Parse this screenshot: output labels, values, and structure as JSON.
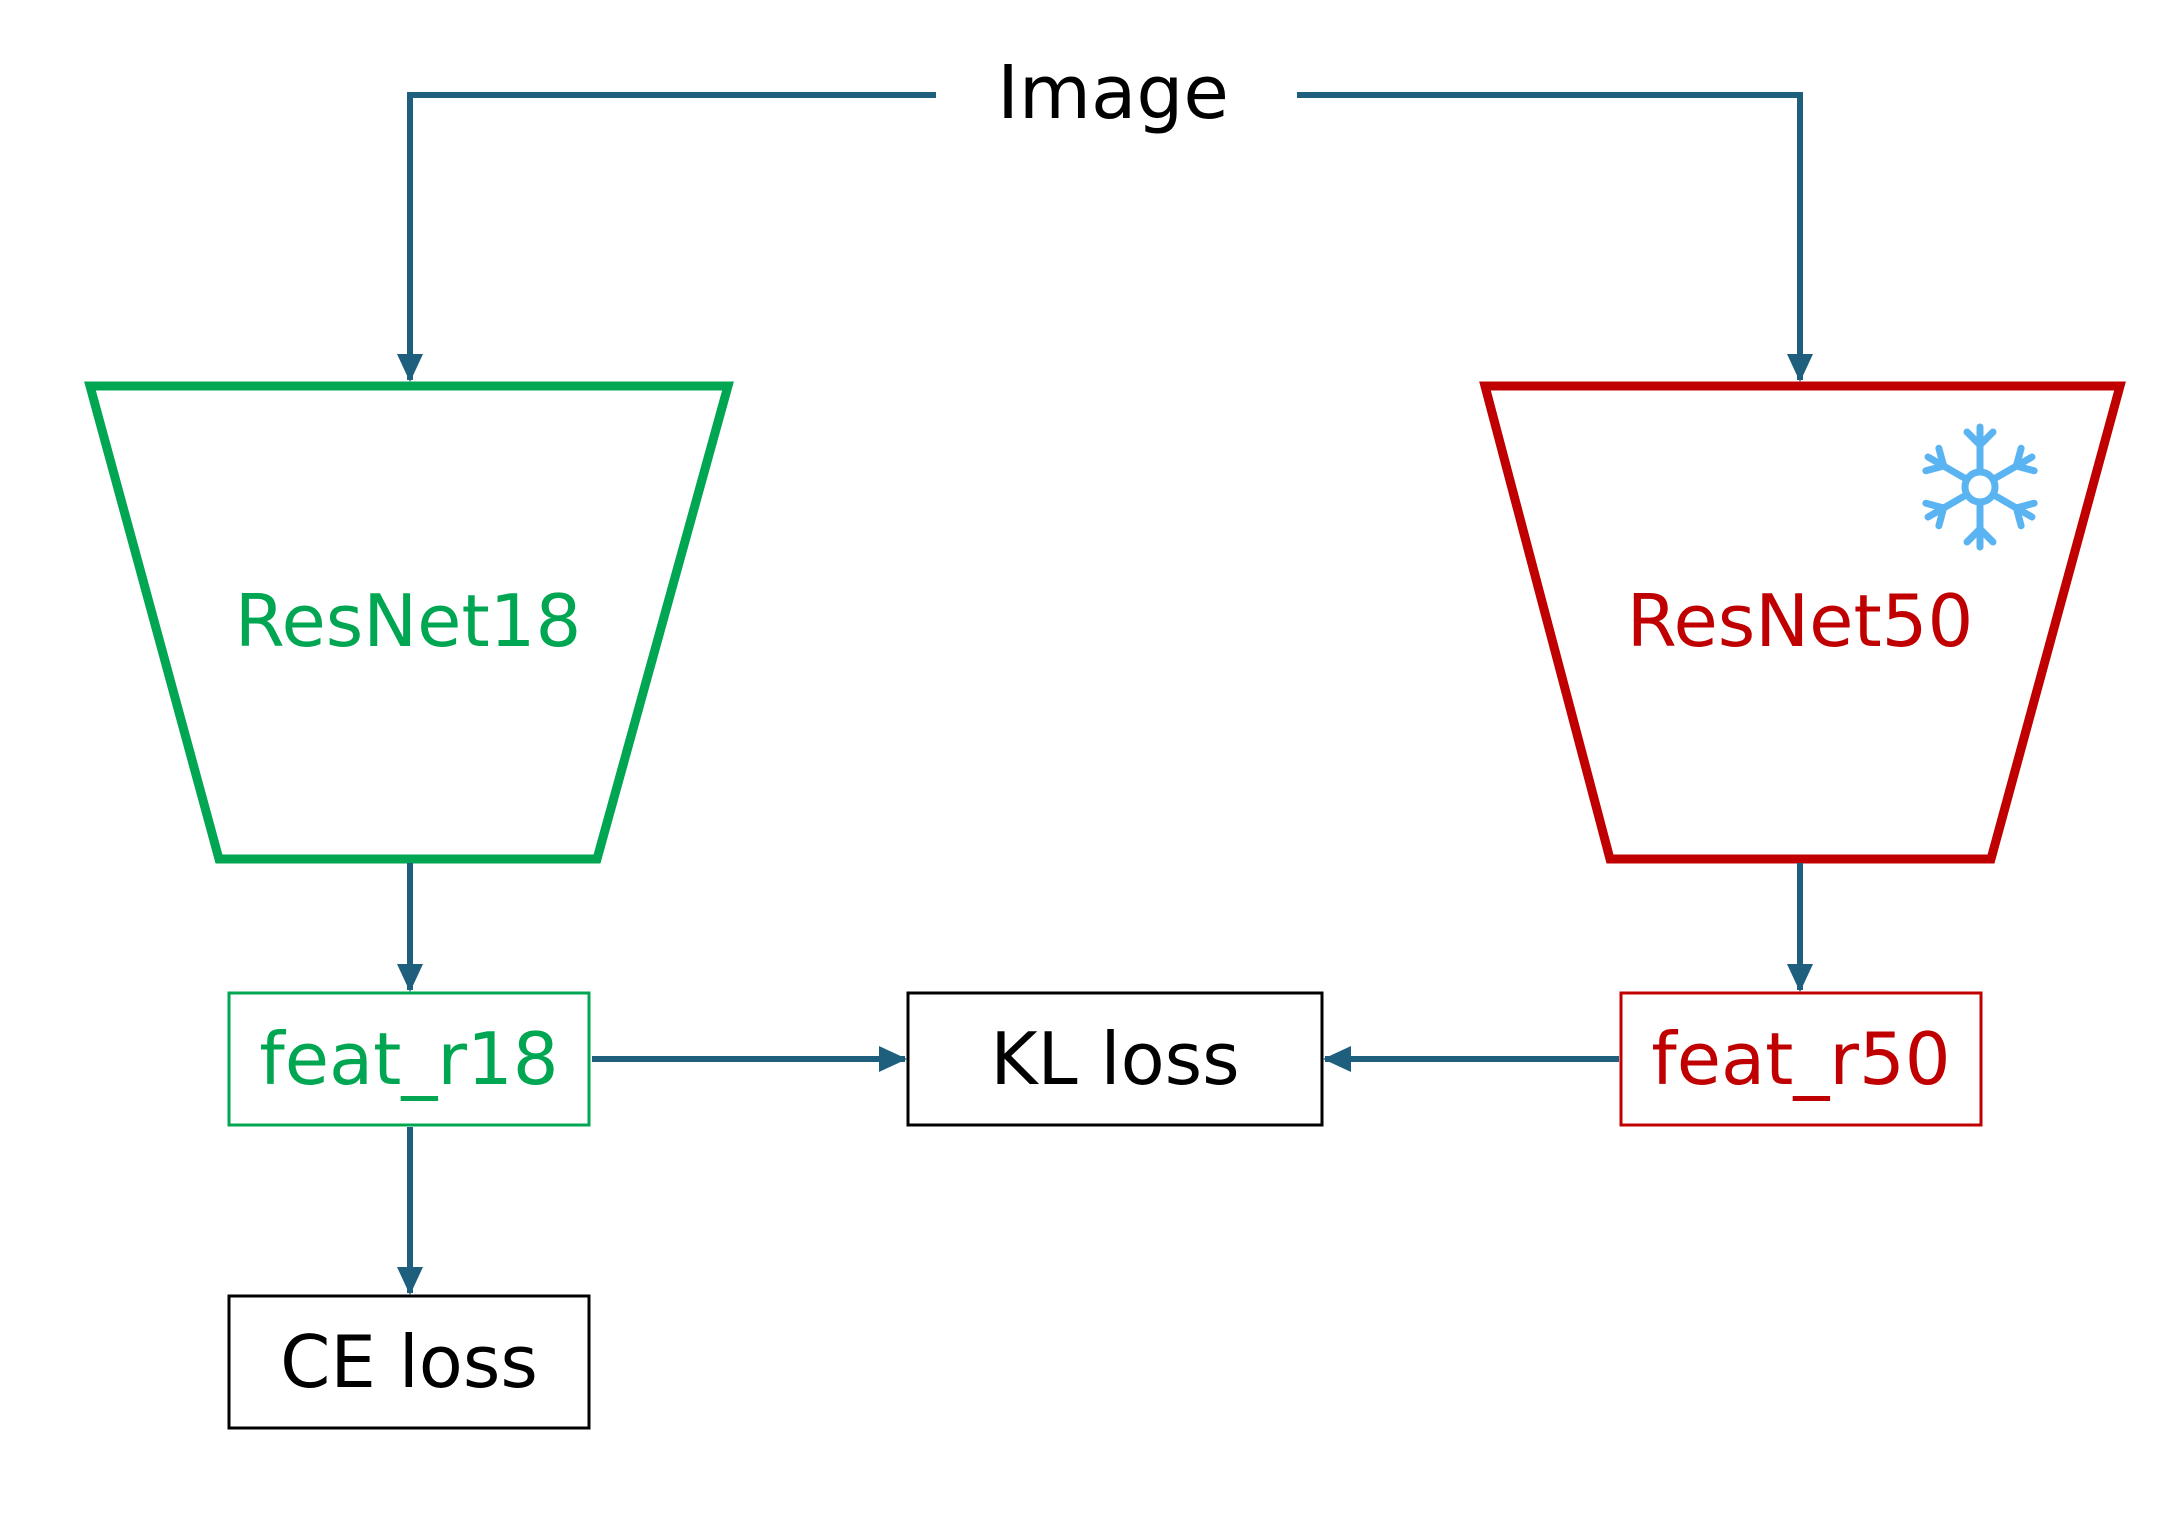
{
  "input": {
    "label": "Image"
  },
  "student": {
    "label": "ResNet18",
    "color": "#00A651"
  },
  "teacher": {
    "label": "ResNet50",
    "color": "#C00000",
    "frozen_icon": "snowflake-icon",
    "icon_color": "#5AB4F2"
  },
  "features": {
    "student": "feat_r18",
    "teacher": "feat_r50"
  },
  "losses": {
    "kl": "KL loss",
    "ce": "CE loss"
  },
  "colors": {
    "arrow": "#1F5F7E",
    "text": "#000000"
  }
}
